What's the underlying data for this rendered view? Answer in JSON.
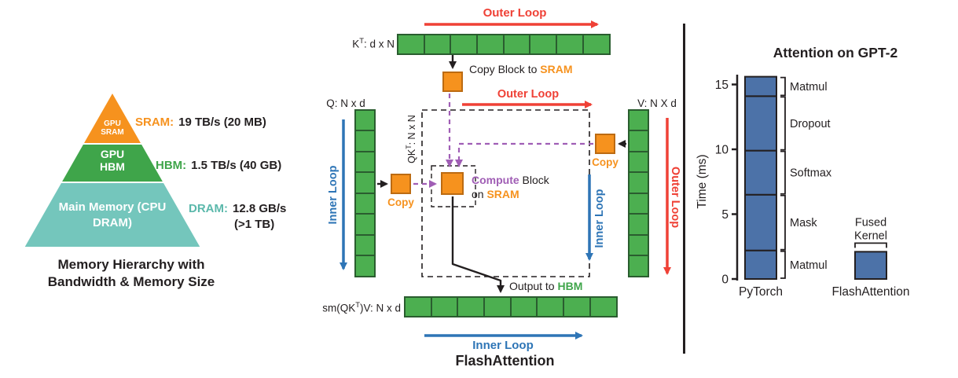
{
  "colors": {
    "sram_orange": "#F6921E",
    "hbm_green": "#3FA54A",
    "dram_teal": "#74C6BC",
    "matrix_green": "#4CAF50",
    "matrix_border": "#2A5D2F",
    "outer_loop_red": "#EF4136",
    "inner_loop_blue": "#2E75B6",
    "copy_purple": "#A05EB5",
    "bar_blue": "#4C72A8",
    "ink": "#231F20"
  },
  "memory_panel": {
    "pyramid": {
      "sram_label": "GPU SRAM",
      "hbm_label": "GPU HBM",
      "dram_label": "Main Memory (CPU DRAM)"
    },
    "specs": [
      {
        "name": "SRAM:",
        "value": "19 TB/s (20 MB)"
      },
      {
        "name": "HBM:",
        "value": "1.5 TB/s (40 GB)"
      },
      {
        "name": "DRAM:",
        "value": "12.8 GB/s",
        "value2": "(>1 TB)"
      }
    ],
    "caption_line1": "Memory Hierarchy with",
    "caption_line2": "Bandwidth & Memory Size"
  },
  "flash_panel": {
    "outer_loop_top": "Outer Loop",
    "outer_loop_mid": "Outer Loop",
    "outer_loop_right": "Outer Loop",
    "inner_loop_left": "Inner Loop",
    "inner_loop_right": "Inner Loop",
    "inner_loop_bottom": "Inner Loop",
    "kt_label": {
      "base": "K",
      "sup": "T",
      "rest": ": d x N"
    },
    "q_label": "Q: N x d",
    "v_label": "V: N X d",
    "qkt_label": {
      "base": "QK",
      "sup": "T",
      "rest": ": N x N"
    },
    "out_label": {
      "base": "sm(QK",
      "sup": "T",
      "rest": ")V: N x d"
    },
    "copy_block_label": {
      "pre": "Copy Block to ",
      "hl": "SRAM"
    },
    "compute_label": {
      "w1": "Compute",
      "w2": " Block",
      "w3": "on ",
      "w4": "SRAM"
    },
    "copy_left_label": "Copy",
    "copy_right_label": "Copy",
    "output_label": {
      "pre": "Output to ",
      "hl": "HBM"
    },
    "caption": "FlashAttention"
  },
  "chart_data": {
    "type": "bar",
    "title": "Attention on GPT-2",
    "ylabel": "Time (ms)",
    "yticks": [
      0,
      5,
      10,
      15
    ],
    "ylim": [
      0,
      17
    ],
    "grid": false,
    "legend": "none",
    "bar_color": "#4C72A8",
    "categories": [
      "PyTorch",
      "FlashAttention"
    ],
    "bars": [
      {
        "category": "PyTorch",
        "segments_bottom_to_top": [
          {
            "label": "Matmul",
            "value": 2.2
          },
          {
            "label": "Mask",
            "value": 4.3
          },
          {
            "label": "Softmax",
            "value": 3.4
          },
          {
            "label": "Dropout",
            "value": 4.2
          },
          {
            "label": "Matmul",
            "value": 1.5
          }
        ],
        "total": 15.6
      },
      {
        "category": "FlashAttention",
        "segments_bottom_to_top": [
          {
            "label": "Fused Kernel",
            "value": 2.1
          }
        ],
        "annotation": "Fused Kernel",
        "total": 2.1
      }
    ]
  }
}
